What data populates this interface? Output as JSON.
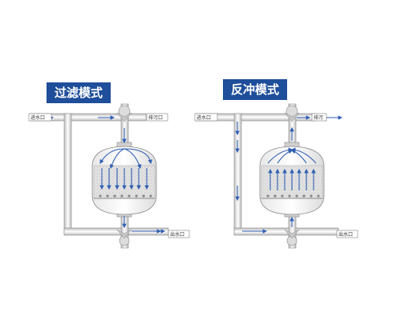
{
  "panels": {
    "filter": {
      "title": "过滤模式",
      "inlet": "进水口",
      "drain": "排污口",
      "outlet": "出水口"
    },
    "backwash": {
      "title": "反冲模式",
      "inlet": "进水口",
      "drain": "排污",
      "outlet": "出水口"
    }
  },
  "colors": {
    "title_bg": "#1f4e9a",
    "arrow": "#2f5fb3",
    "pipe": "#9a9a9a",
    "tank": "#d9d9d9"
  }
}
